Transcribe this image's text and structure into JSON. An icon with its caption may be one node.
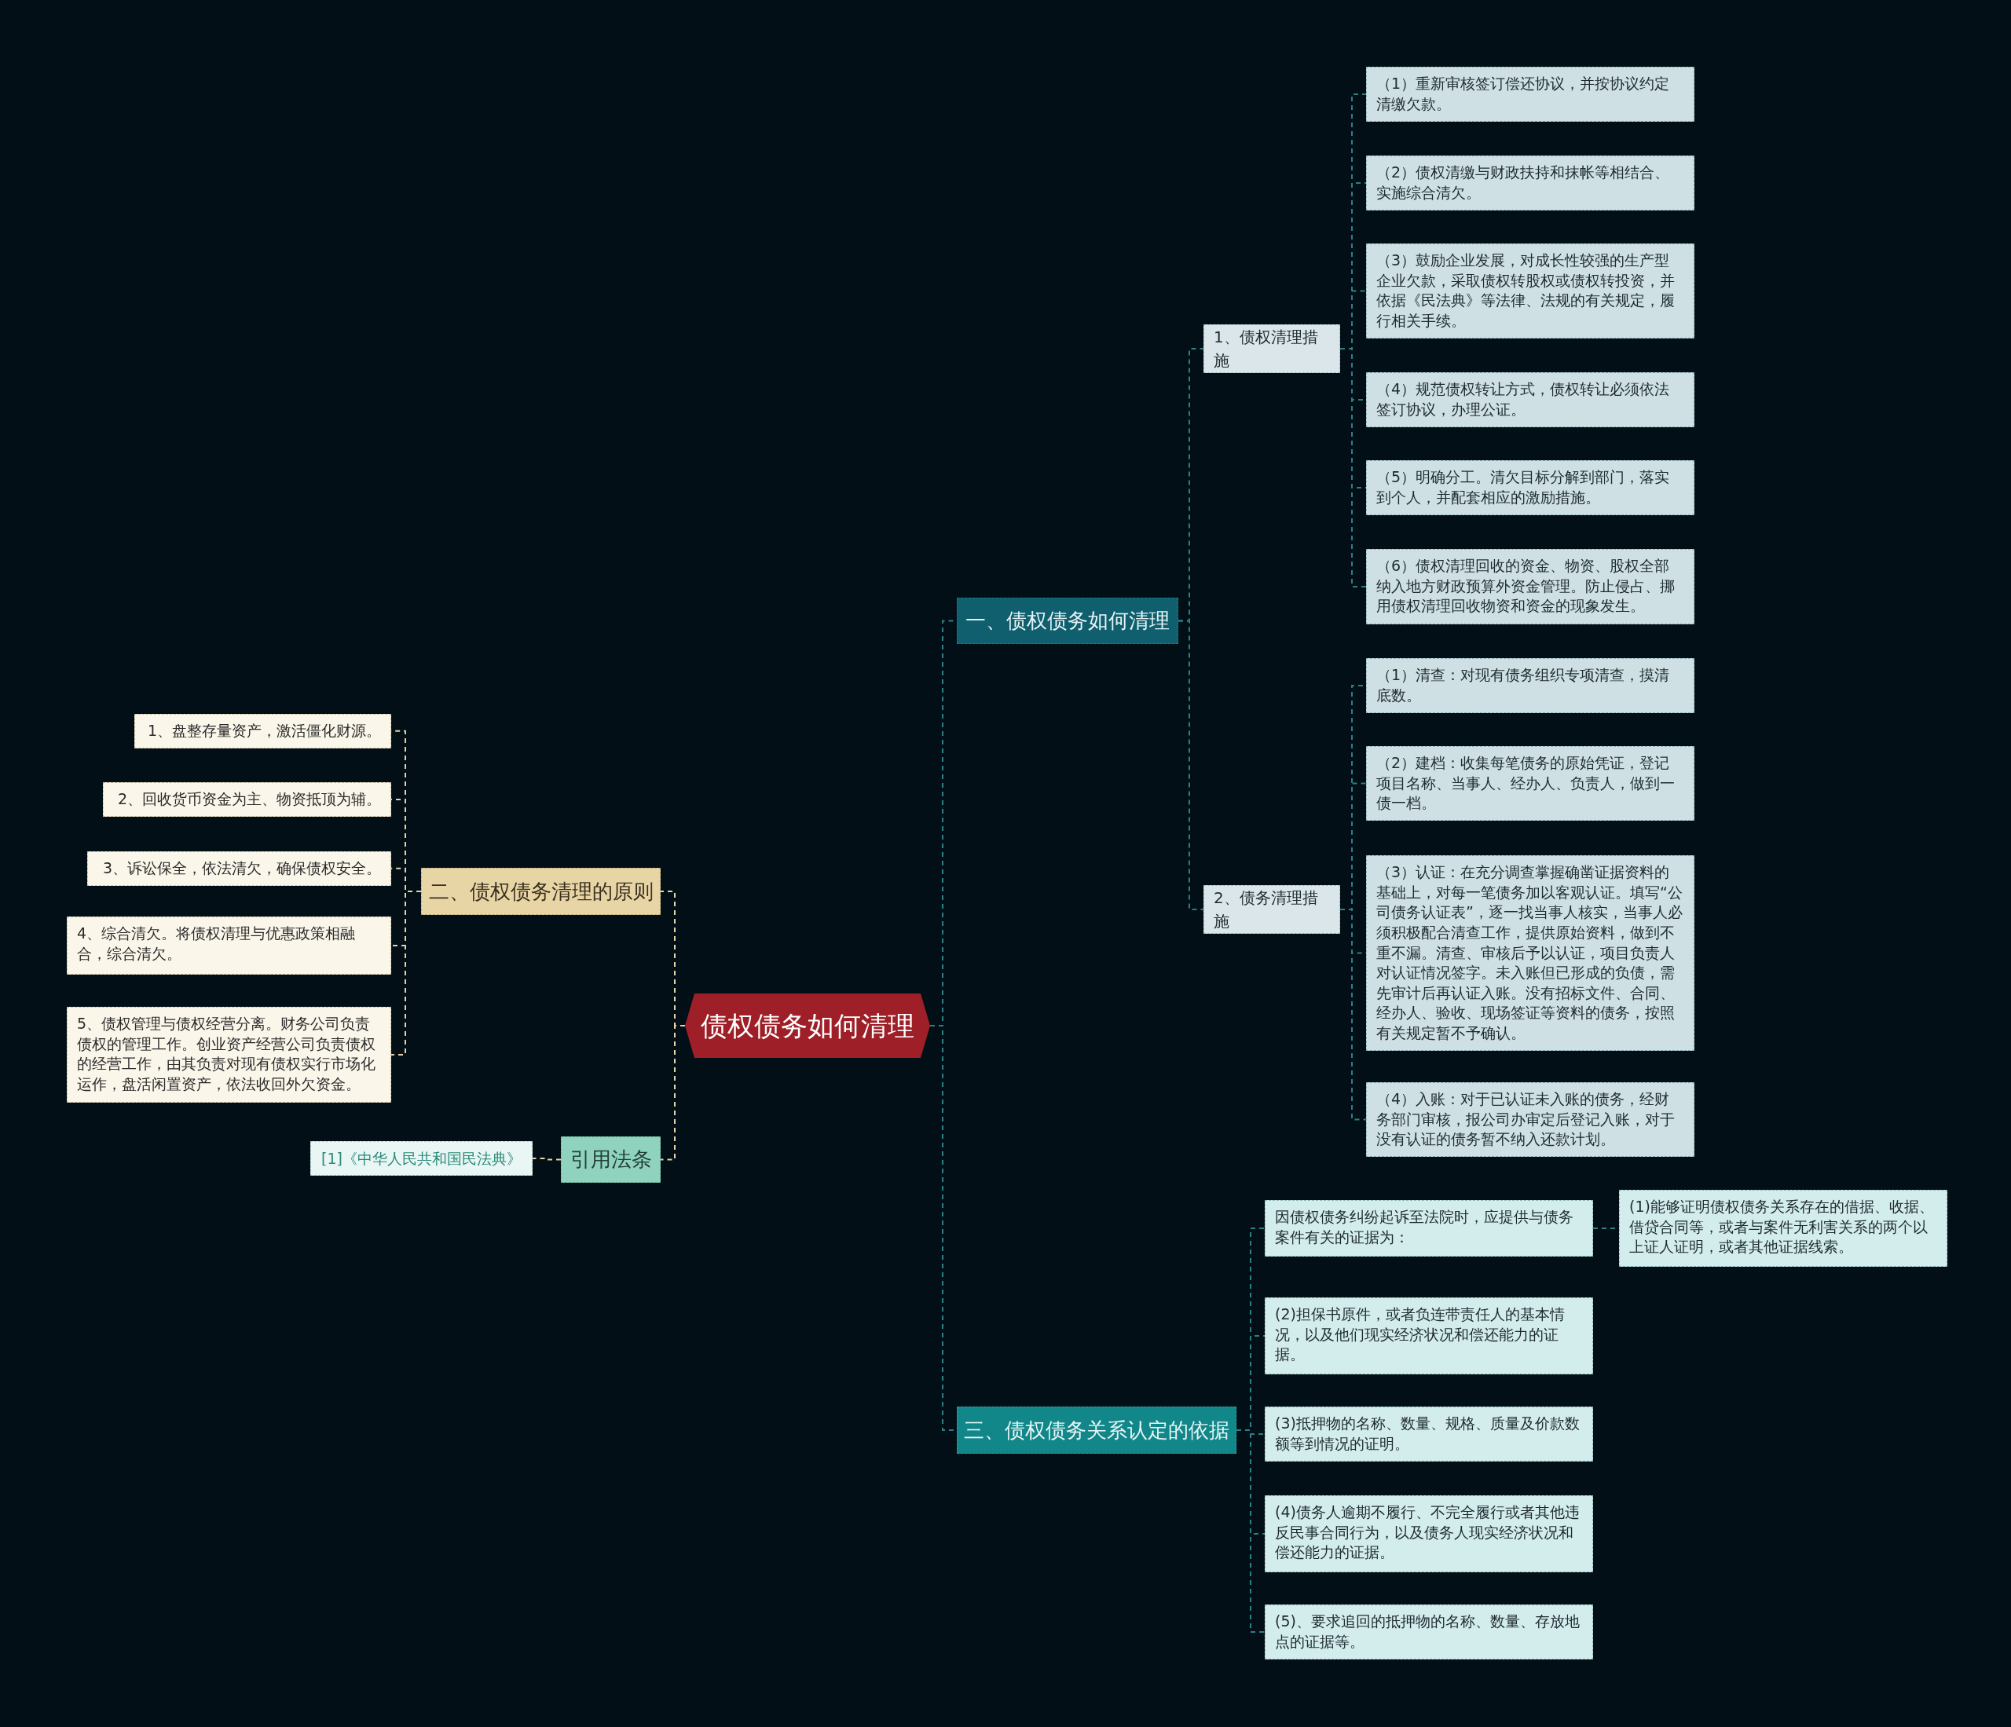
{
  "diagram": {
    "nodes": [
      {
        "text": [
          "债权债务如何清理"
        ]
      },
      {
        "text": [
          "一、债权债务如何清理"
        ]
      },
      {
        "text": [
          "1、债权清理措施"
        ]
      },
      {
        "text": [
          "（1）重新审核签订偿还协议，并按协议约定清缴欠款。"
        ]
      },
      {
        "text": [
          "（2）债权清缴与财政扶持和抹帐等相结合、实施综合清欠。"
        ]
      },
      {
        "text": [
          "（3）鼓励企业发展，对成长性较强的生产型企业欠款，采取债权转股权或债权转投资，并依据《民法典》等法律、法规的有关规定，履行相关手续。"
        ]
      },
      {
        "text": [
          "（4）规范债权转让方式，债权转让必须依法签订协议，办理公证。"
        ]
      },
      {
        "text": [
          "（5）明确分工。清欠目标分解到部门，落实到个人，并配套相应的激励措施。"
        ]
      },
      {
        "text": [
          "（6）债权清理回收的资金、物资、股权全部纳入地方财政预算外资金管理。防止侵占、挪用债权清理回收物资和资金的现象发生。"
        ]
      },
      {
        "text": [
          "2、债务清理措施"
        ]
      },
      {
        "text": [
          "（1）清查：对现有债务组织专项清查，摸清底数。"
        ]
      },
      {
        "text": [
          "（2）建档：收集每笔债务的原始凭证，登记项目名称、当事人、经办人、负责人，做到一债一档。"
        ]
      },
      {
        "text": [
          "（3）认证：在充分调查掌握确凿证据资料的基础上，对每一笔债务加以客观认证。填写“公司债务认证表”，逐一找当事人核实，当事人必须积极配合清查工作，提供原始资料，做到不重不漏。清查、审核后予以认证，项目负责人对认证情况签字。未入账但已形成的负债，需先审计后再认证入账。没有招标文件、合同、经办人、验收、现场签证等资料的债务，按照有关规定暂不予确认。"
        ]
      },
      {
        "text": [
          "（4）入账：对于已认证未入账的债务，经财务部门审核，报公司办审定后登记入账，对于没有认证的债务暂不纳入还款计划。"
        ]
      },
      {
        "text": [
          "三、债权债务关系认定的依据"
        ]
      },
      {
        "text": [
          "因债权债务纠纷起诉至法院时，应提供与债务案件有关的证据为："
        ]
      },
      {
        "text": [
          "(1)能够证明债权债务关系存在的借据、收据、借贷合同等，或者与案件无利害关系的两个以上证人证明，或者其他证据线索。"
        ]
      },
      {
        "text": [
          "(2)担保书原件，或者负连带责任人的基本情况，以及他们现实经济状况和偿还能力的证据。"
        ]
      },
      {
        "text": [
          "(3)抵押物的名称、数量、规格、质量及价款数额等到情况的证明。"
        ]
      },
      {
        "text": [
          "(4)债务人逾期不履行、不完全履行或者其他违反民事合同行为，以及债务人现实经济状况和偿还能力的证据。"
        ]
      },
      {
        "text": [
          "(5)、要求追回的抵押物的名称、数量、存放地点的证据等。"
        ]
      },
      {
        "text": [
          "二、债权债务清理的原则"
        ]
      },
      {
        "text": [
          "1、盘整存量资产，激活僵化财源。"
        ]
      },
      {
        "text": [
          "2、回收货币资金为主、物资抵顶为辅。"
        ]
      },
      {
        "text": [
          "3、诉讼保全，依法清欠，确保债权安全。"
        ]
      },
      {
        "text": [
          "4、综合清欠。将债权清理与优惠政策相融合，综合清欠。"
        ]
      },
      {
        "text": [
          "5、债权管理与债权经营分离。财务公司负责债权的管理工作。创业资产经营公司负责债权的经营工作，由其负责对现有债权实行市场化运作，盘活闲置资产，依法收回外欠资金。"
        ]
      },
      {
        "text": [
          "引用法条"
        ]
      },
      {
        "text": [
          "[1]《中华人民共和国民法典》"
        ]
      }
    ],
    "edges": [
      {
        "from": 0,
        "to": 1,
        "arrow": "none"
      },
      {
        "from": 1,
        "to": 2,
        "arrow": "none"
      },
      {
        "from": 2,
        "to": 3,
        "arrow": "none"
      },
      {
        "from": 2,
        "to": 4,
        "arrow": "none"
      },
      {
        "from": 2,
        "to": 5,
        "arrow": "none"
      },
      {
        "from": 2,
        "to": 6,
        "arrow": "none"
      },
      {
        "from": 2,
        "to": 7,
        "arrow": "none"
      },
      {
        "from": 2,
        "to": 8,
        "arrow": "none"
      },
      {
        "from": 1,
        "to": 9,
        "arrow": "none"
      },
      {
        "from": 9,
        "to": 10,
        "arrow": "none"
      },
      {
        "from": 9,
        "to": 11,
        "arrow": "none"
      },
      {
        "from": 9,
        "to": 12,
        "arrow": "none"
      },
      {
        "from": 9,
        "to": 13,
        "arrow": "none"
      },
      {
        "from": 0,
        "to": 14,
        "arrow": "none"
      },
      {
        "from": 14,
        "to": 15,
        "arrow": "none"
      },
      {
        "from": 15,
        "to": 16,
        "arrow": "none"
      },
      {
        "from": 14,
        "to": 17,
        "arrow": "none"
      },
      {
        "from": 14,
        "to": 18,
        "arrow": "none"
      },
      {
        "from": 14,
        "to": 19,
        "arrow": "none"
      },
      {
        "from": 14,
        "to": 20,
        "arrow": "none"
      },
      {
        "from": 0,
        "to": 21,
        "arrow": "none",
        "color": "#e3d3a8"
      },
      {
        "from": 21,
        "to": 22,
        "arrow": "none",
        "color": "#e3d3a8"
      },
      {
        "from": 21,
        "to": 23,
        "arrow": "none",
        "color": "#e3d3a8"
      },
      {
        "from": 21,
        "to": 24,
        "arrow": "none",
        "color": "#e3d3a8"
      },
      {
        "from": 21,
        "to": 25,
        "arrow": "none",
        "color": "#e3d3a8"
      },
      {
        "from": 21,
        "to": 26,
        "arrow": "none",
        "color": "#e3d3a8"
      },
      {
        "from": 0,
        "to": 27,
        "arrow": "none",
        "color": "#e3d3a8"
      },
      {
        "from": 27,
        "to": 28,
        "arrow": "none",
        "color": "#e3d3a8"
      }
    ]
  }
}
